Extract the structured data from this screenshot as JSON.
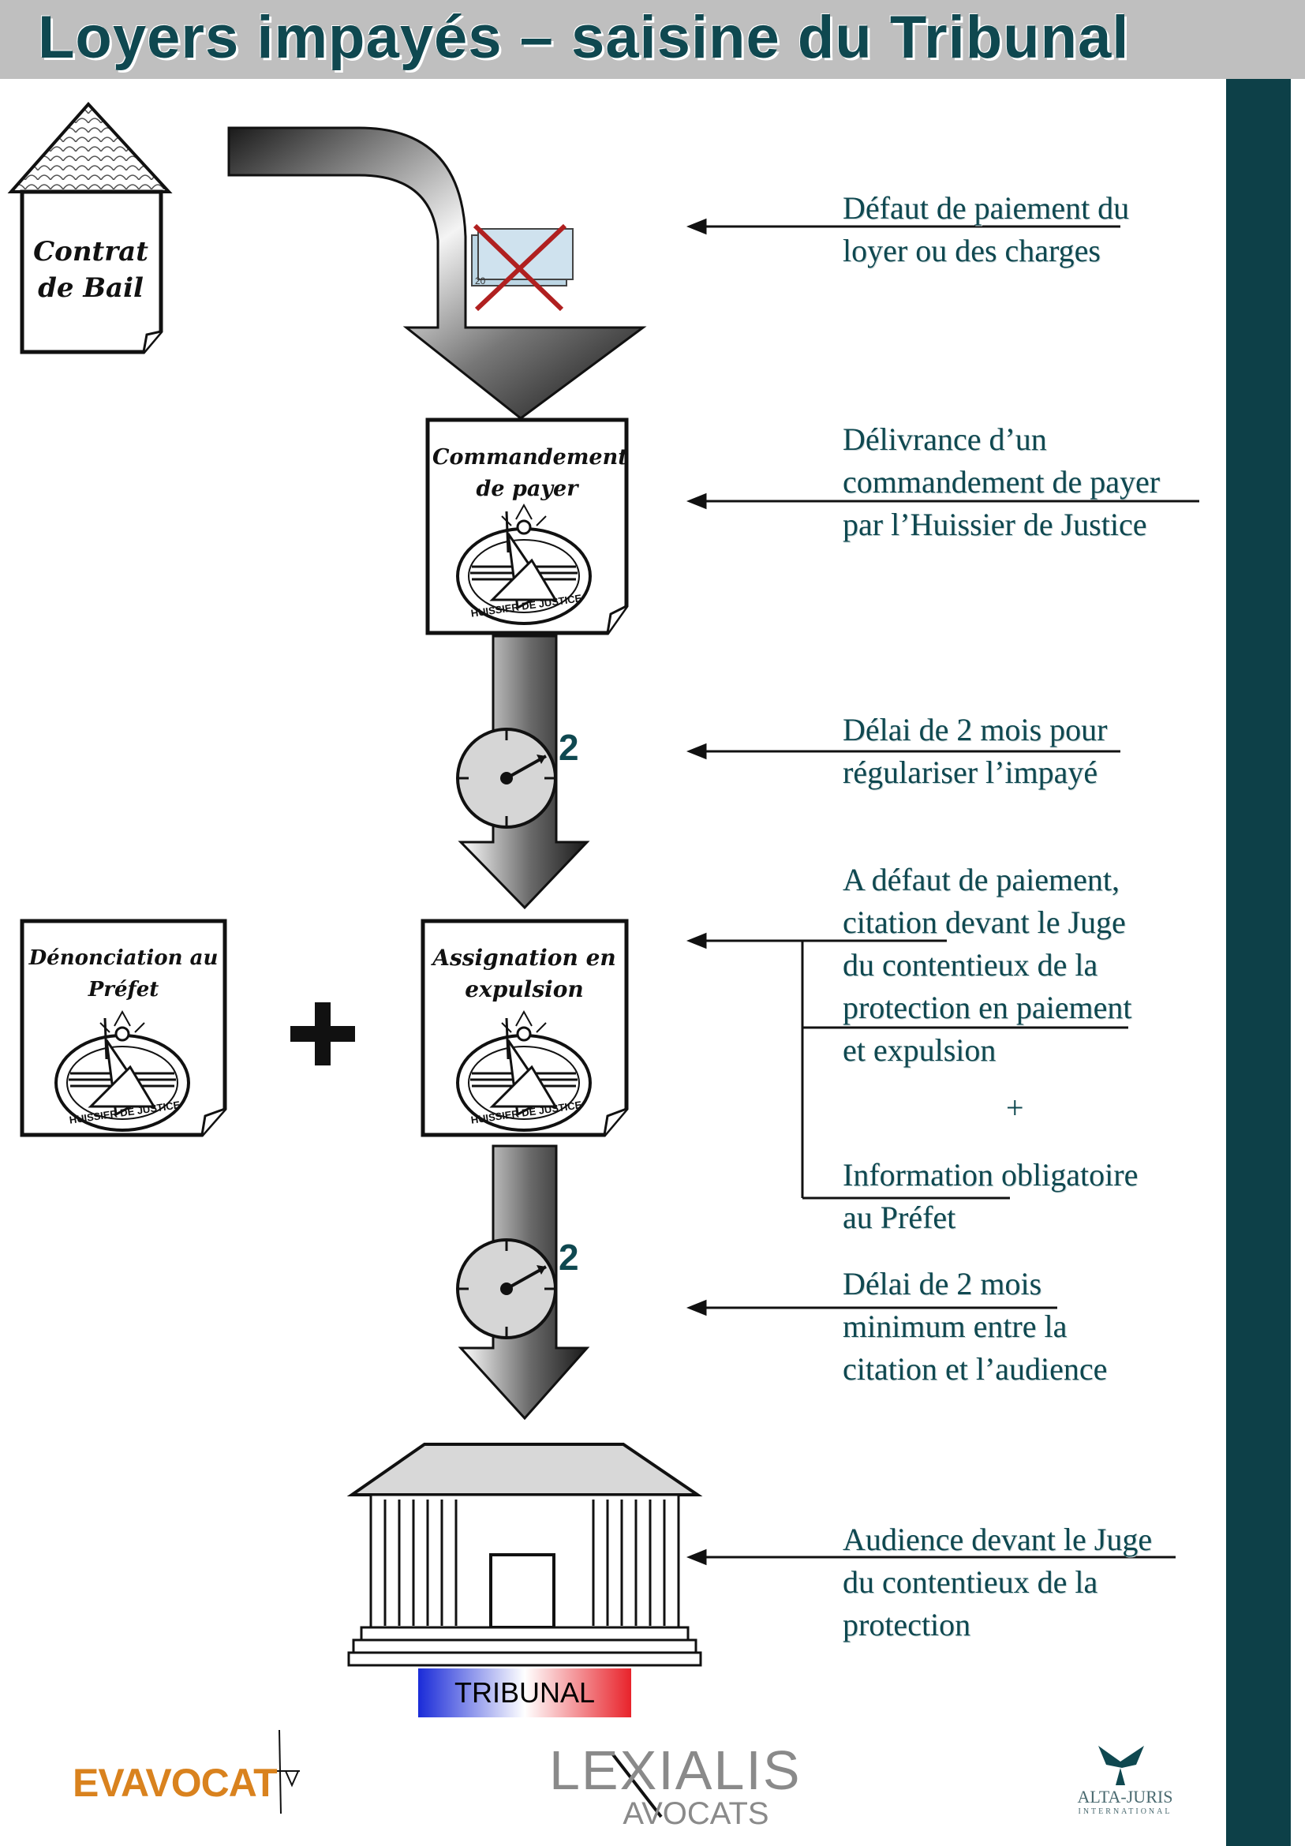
{
  "title": "Loyers impayés – saisine du Tribunal",
  "documents": {
    "contrat": [
      "Contrat",
      "de Bail"
    ],
    "commandement": [
      "Commandement",
      "de payer"
    ],
    "denonciation": [
      "Dénonciation au",
      "Préfet"
    ],
    "assignation": [
      "Assignation en",
      "expulsion"
    ],
    "seal_text": "HUISSIER DE JUSTICE"
  },
  "timers": [
    {
      "months": "2"
    },
    {
      "months": "2"
    }
  ],
  "steps": [
    {
      "lines": [
        "Défaut de paiement du",
        "loyer ou des charges"
      ]
    },
    {
      "lines": [
        "Délivrance d’un",
        "commandement de payer",
        "par l’Huissier de Justice"
      ]
    },
    {
      "lines": [
        "Délai de 2 mois pour",
        "régulariser l’impayé"
      ]
    },
    {
      "lines": [
        "A défaut de paiement,",
        "citation devant le Juge",
        "du contentieux de la",
        "protection en paiement",
        "et expulsion"
      ]
    },
    {
      "plus": "+"
    },
    {
      "lines": [
        "Information obligatoire",
        "au Préfet"
      ]
    },
    {
      "lines": [
        "Délai de 2 mois",
        "minimum entre la",
        "citation et l’audience"
      ]
    },
    {
      "lines": [
        "Audience devant le Juge",
        "du contentieux de la",
        "protection"
      ]
    }
  ],
  "tribunal": "TRIBUNAL",
  "logos": {
    "evavocat": "EVAVOCAT",
    "lexialis_top": "LEXIALIS",
    "lexialis_bottom": "AVOCATS",
    "altajuris_top": "ALTA-JURIS",
    "altajuris_bottom": "INTERNATIONAL"
  },
  "colors": {
    "teal": "#0f4850",
    "sidebar": "#0d4048",
    "header": "#bfbfbf",
    "eva_orange": "#d9821e"
  }
}
